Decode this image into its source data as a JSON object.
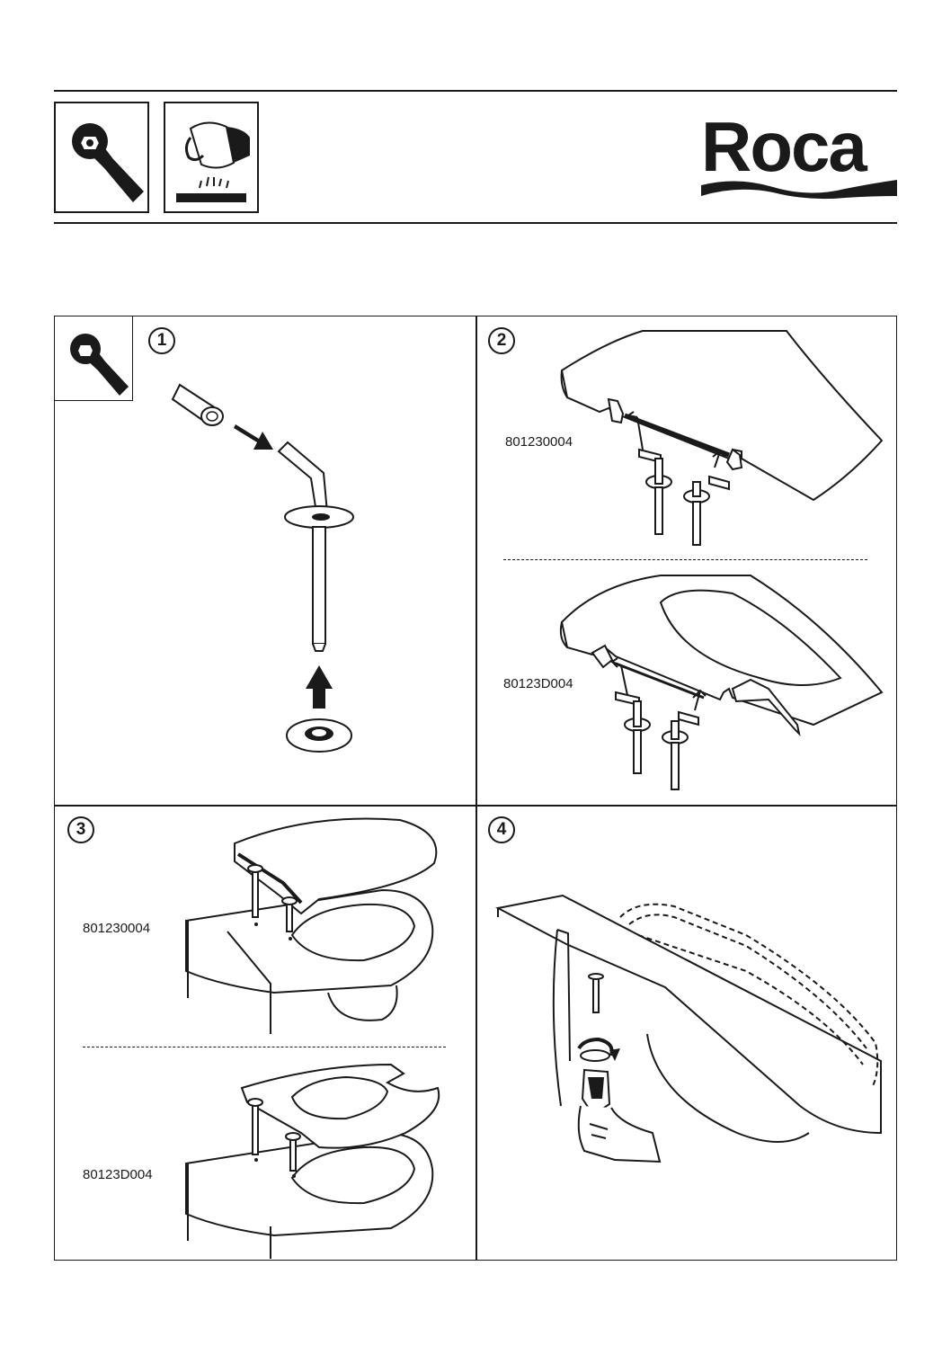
{
  "header": {
    "icons": [
      "wrench-icon",
      "wipe-clean-icon"
    ],
    "brand": {
      "logo_text": "Roca"
    }
  },
  "steps": [
    {
      "number": "1",
      "icon": "wrench-icon"
    },
    {
      "number": "2",
      "models": [
        "801230004",
        "80123D004"
      ]
    },
    {
      "number": "3",
      "models": [
        "801230004",
        "80123D004"
      ]
    },
    {
      "number": "4"
    }
  ],
  "colors": {
    "ink": "#1a1a1a",
    "paper": "#ffffff"
  }
}
